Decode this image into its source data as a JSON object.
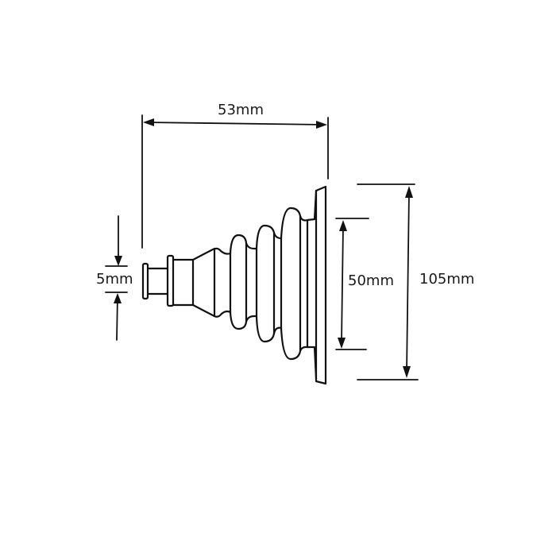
{
  "figure": {
    "subject": "bellows boot",
    "colors": {
      "ink": "#111111",
      "background": "#ffffff"
    }
  },
  "dimensions": {
    "overall_length": {
      "label": "53mm"
    },
    "small_end_diameter": {
      "label": "5mm"
    },
    "inner_large_diameter": {
      "label": "50mm"
    },
    "flange_diameter": {
      "label": "105mm"
    }
  }
}
